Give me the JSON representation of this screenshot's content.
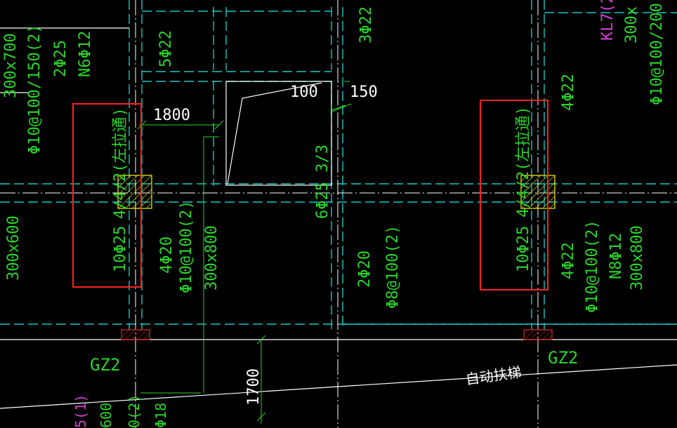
{
  "colors": {
    "background": "#000000",
    "annotation": "#2bd42b",
    "grid": "#19c6c6",
    "wall": "#ffffff",
    "highlight": "#ff2020",
    "column_fill": "#e8e000",
    "beam_label": "#d23fd2",
    "gz": "#cc2222"
  },
  "left_beam": {
    "size_top": "300x700",
    "stirrup_top": "Φ10@100/150(2)",
    "top_bars": "2Φ25",
    "side_bars": "N6Φ12",
    "middle_note": "4/4/2(左拉通)",
    "bottom_bars": "10Φ25",
    "size_left": "300x600"
  },
  "center_beam": {
    "bars": "4Φ20",
    "stirrup": "Φ10@100(2)",
    "size": "300x800"
  },
  "upper_mid": {
    "bars_a": "5Φ22",
    "bars_b": "3Φ22"
  },
  "opening": {
    "dim_top": "100",
    "dim_right": "150",
    "dim_left": "1800",
    "bars": "6Φ25 3/3"
  },
  "right_mid_beam": {
    "bars": "2Φ20",
    "stirrup": "Φ8@100(2)"
  },
  "right_beam": {
    "top_bars": "4Φ22",
    "middle_note": "4/4/2(左拉通)",
    "bottom_bars": "10Φ25",
    "side_bars": "4Φ22",
    "stirrup": "Φ10@100(2)",
    "extra_bars": "N8Φ12",
    "size": "300x800"
  },
  "top_right": {
    "beam_id": "KL7(2",
    "size": "300x",
    "stirrup": "Φ10@100/200"
  },
  "bottom": {
    "gz_left": "GZ2",
    "gz_right": "GZ2",
    "escalator": "自动扶梯",
    "dim_vertical": "1700",
    "left_fragment_a": "5(1)",
    "left_fragment_b": "600",
    "left_fragment_c": "0(2)",
    "left_fragment_d": "Φ18"
  }
}
